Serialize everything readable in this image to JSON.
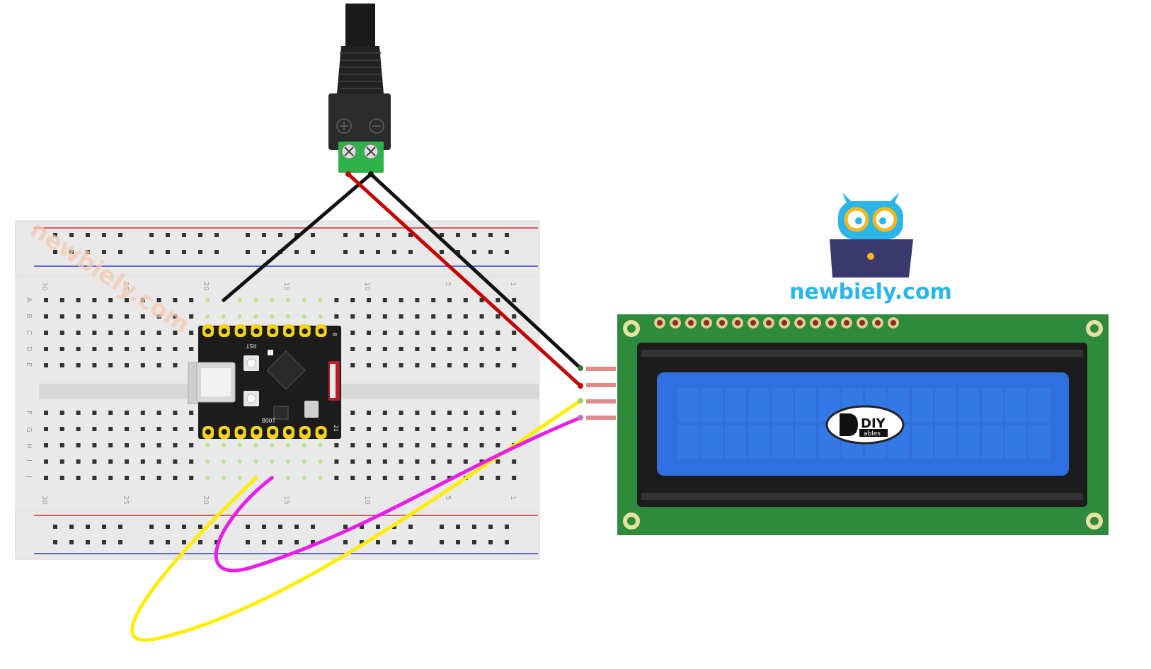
{
  "watermark": {
    "text": "newbiely.com"
  },
  "logo": {
    "site": "newbiely.com"
  },
  "lcd": {
    "brand_top": "DIY",
    "brand_bottom": "ables"
  },
  "breadcolumns": {
    "top": [
      "30",
      "25",
      "20",
      "15",
      "10",
      "5",
      "1"
    ],
    "bottom": [
      "30",
      "25",
      "20",
      "15",
      "10",
      "5",
      "1"
    ]
  },
  "breadrows": {
    "left_top": [
      "A",
      "B",
      "C",
      "D",
      "E"
    ],
    "left_bottom": [
      "F",
      "G",
      "H",
      "I",
      "J"
    ]
  },
  "esp": {
    "rst": "RST",
    "boot": "BOOT",
    "pin_0": "0",
    "pin_21": "21"
  },
  "colors": {
    "wire_black": "#111111",
    "wire_red": "#c40000",
    "wire_yellow": "#ffee00",
    "wire_magenta": "#e81ee8",
    "lcd_pcb": "#2e8a3c",
    "lcd_screen": "#2f6fe0",
    "logo_blue": "#2bb5e8"
  }
}
